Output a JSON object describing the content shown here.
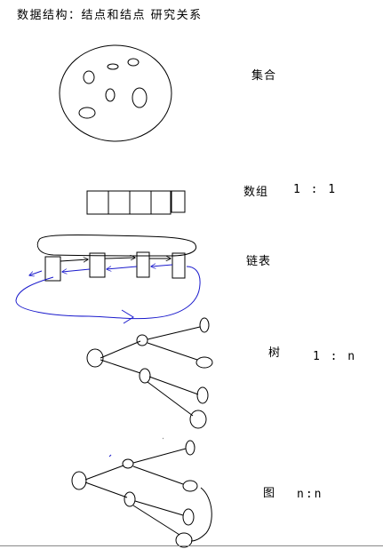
{
  "title": "数据结构：结点和结点 研究关系",
  "sections": {
    "set": {
      "label": "集合"
    },
    "array": {
      "label": "数组",
      "ratio": "1 : 1"
    },
    "linked_list": {
      "label": "链表"
    },
    "tree": {
      "label": "树",
      "ratio": "1 : n"
    },
    "graph": {
      "label": "图",
      "ratio": "n:n"
    }
  },
  "colors": {
    "ink": "#000000",
    "annotation": "#1a1acc"
  }
}
